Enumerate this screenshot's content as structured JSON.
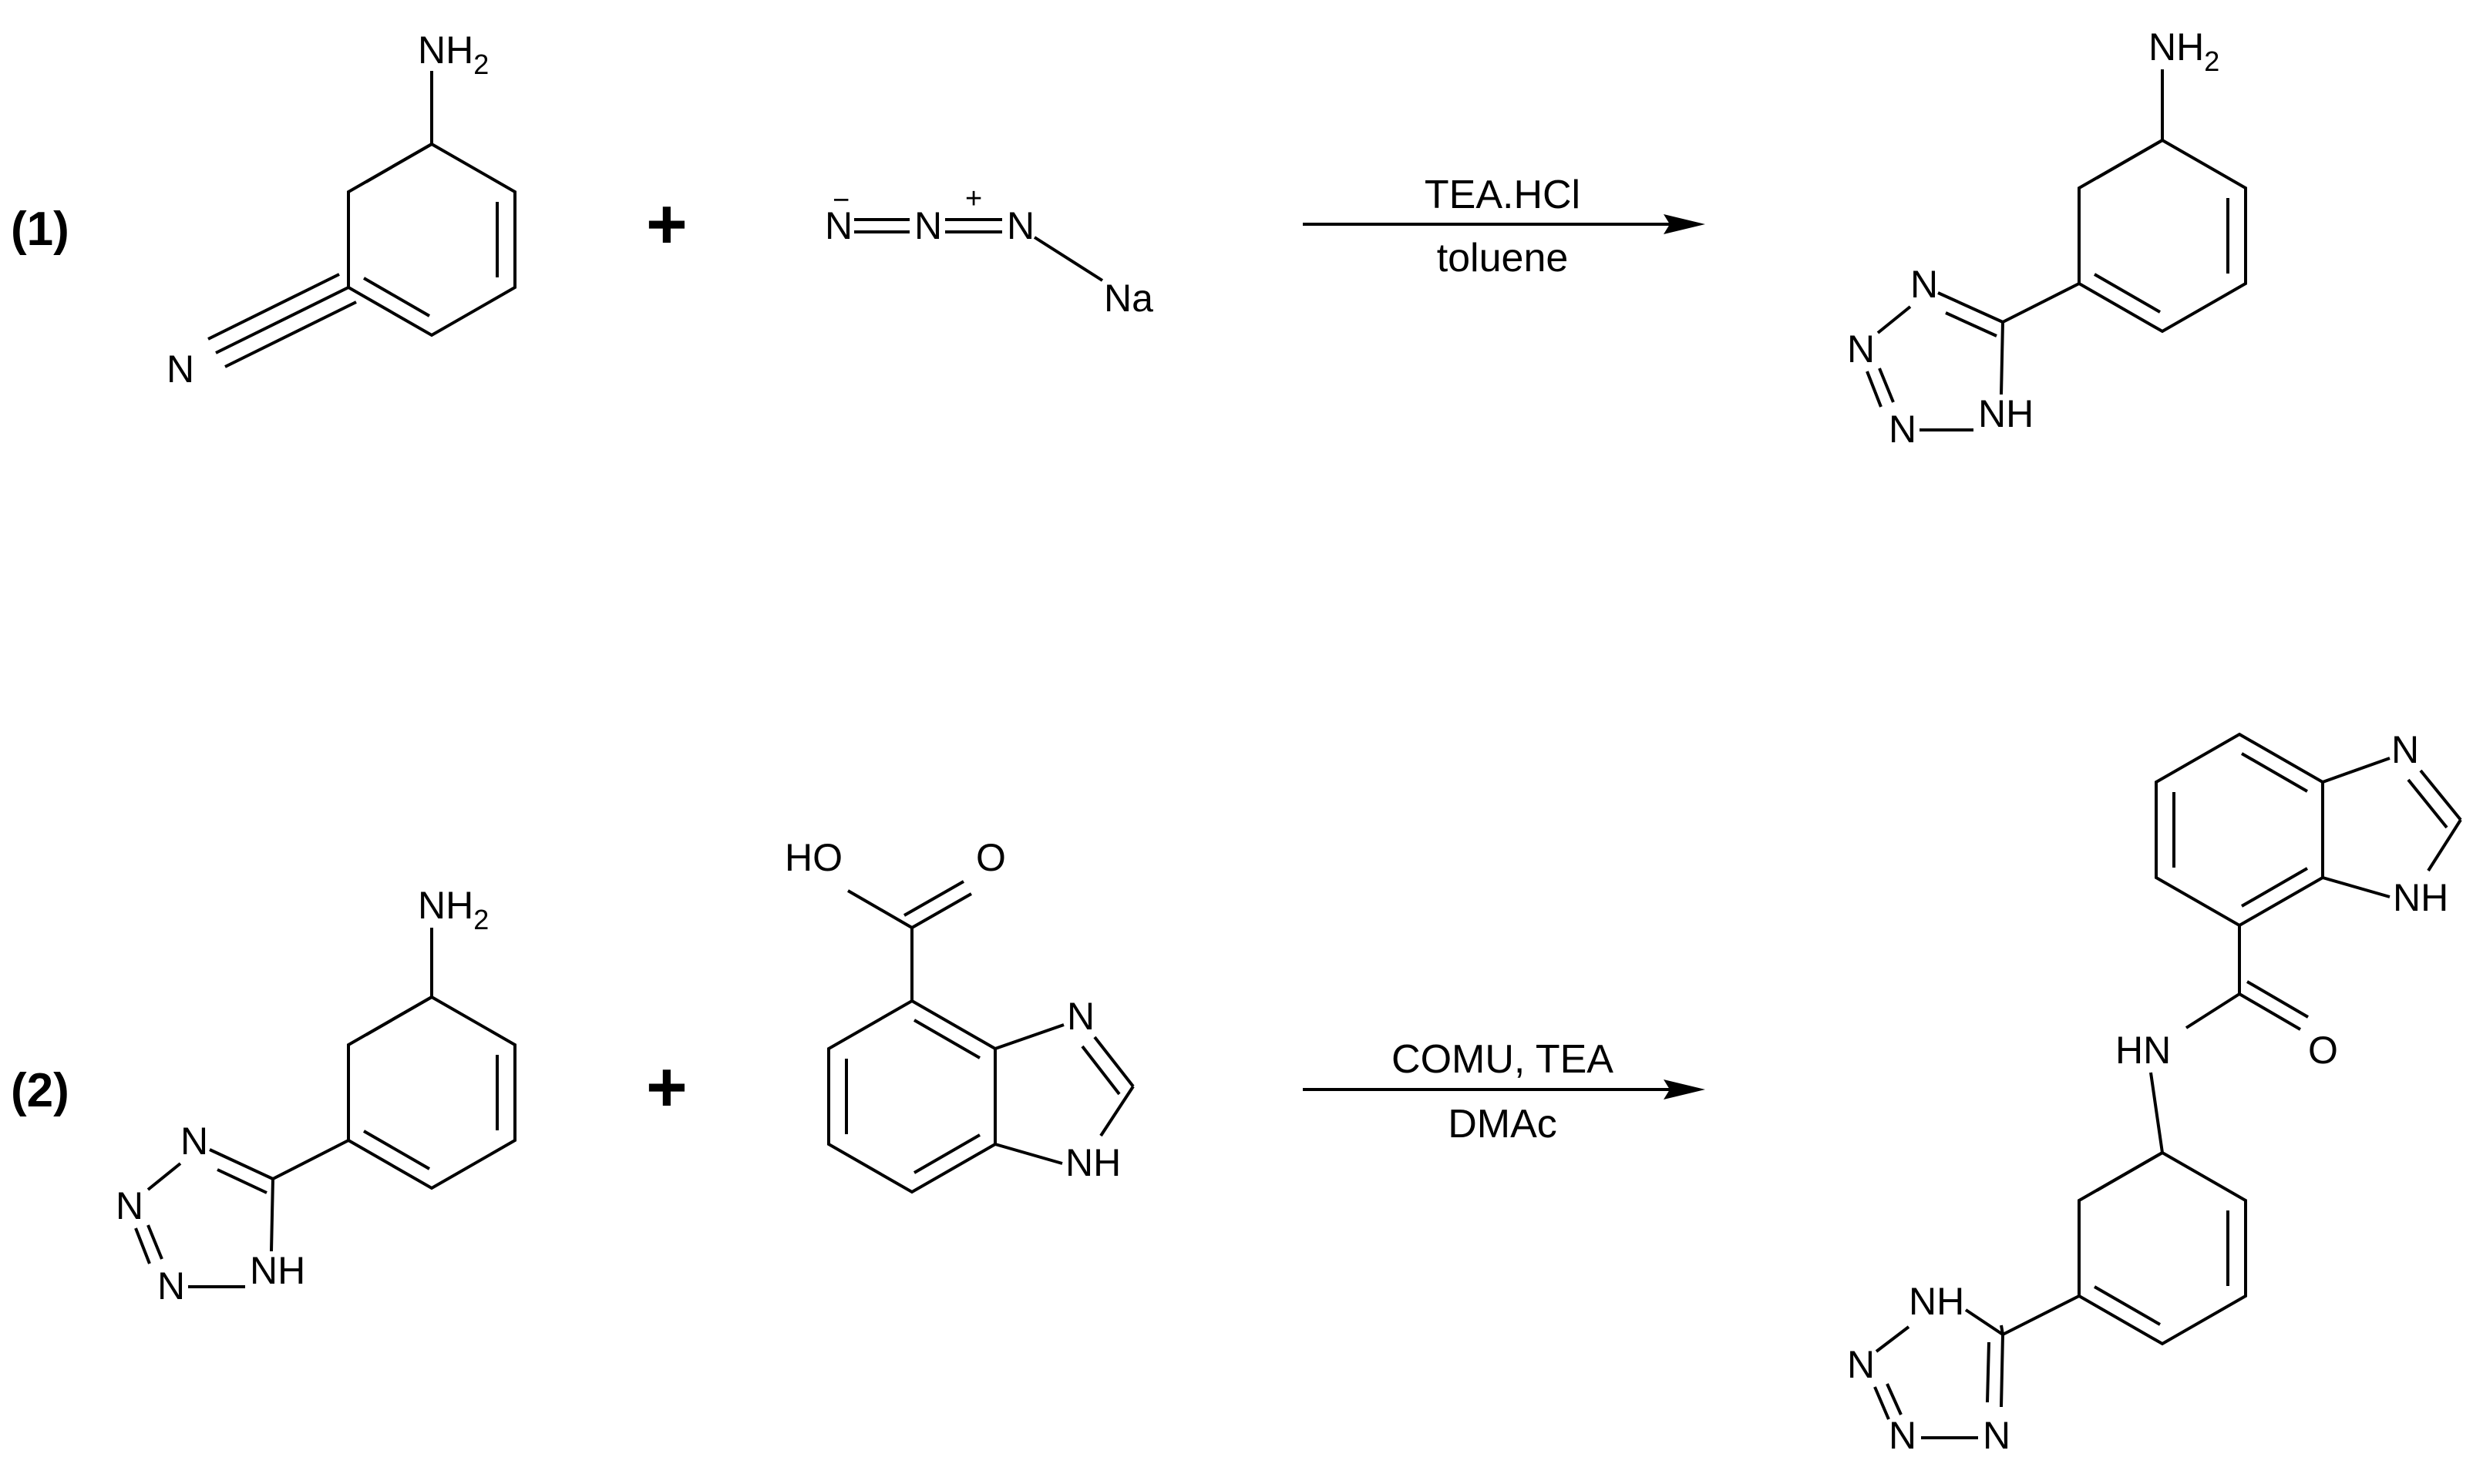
{
  "reactions": [
    {
      "number": "(1)",
      "plus": "+",
      "reagent_top": "TEA.HCl",
      "reagent_bottom": "toluene"
    },
    {
      "number": "(2)",
      "plus": "+",
      "reagent_top": "COMU, TEA",
      "reagent_bottom": "DMAc"
    }
  ],
  "atoms": {
    "N": "N",
    "NH": "NH",
    "HN": "HN",
    "NH2_main": "NH",
    "NH2_sub": "2",
    "O": "O",
    "HO": "HO",
    "Na": "Na",
    "minus": "−",
    "plus": "+"
  }
}
